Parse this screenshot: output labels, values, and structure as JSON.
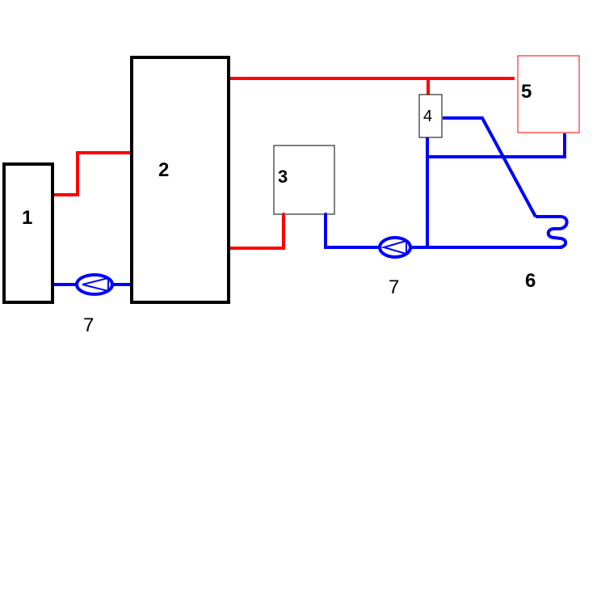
{
  "colors": {
    "hot": "#ff0000",
    "cold": "#0000ff",
    "box": "#000000",
    "box5": "#ff0000",
    "background": "#ffffff"
  },
  "labels": {
    "box1": "1",
    "box2": "2",
    "box3": "3",
    "box4": "4",
    "box5": "5",
    "coil6": "6",
    "pump_left": "7",
    "pump_right": "7"
  },
  "icons": {
    "pump": "circulation-pump-icon",
    "coil": "heating-coil-icon"
  }
}
